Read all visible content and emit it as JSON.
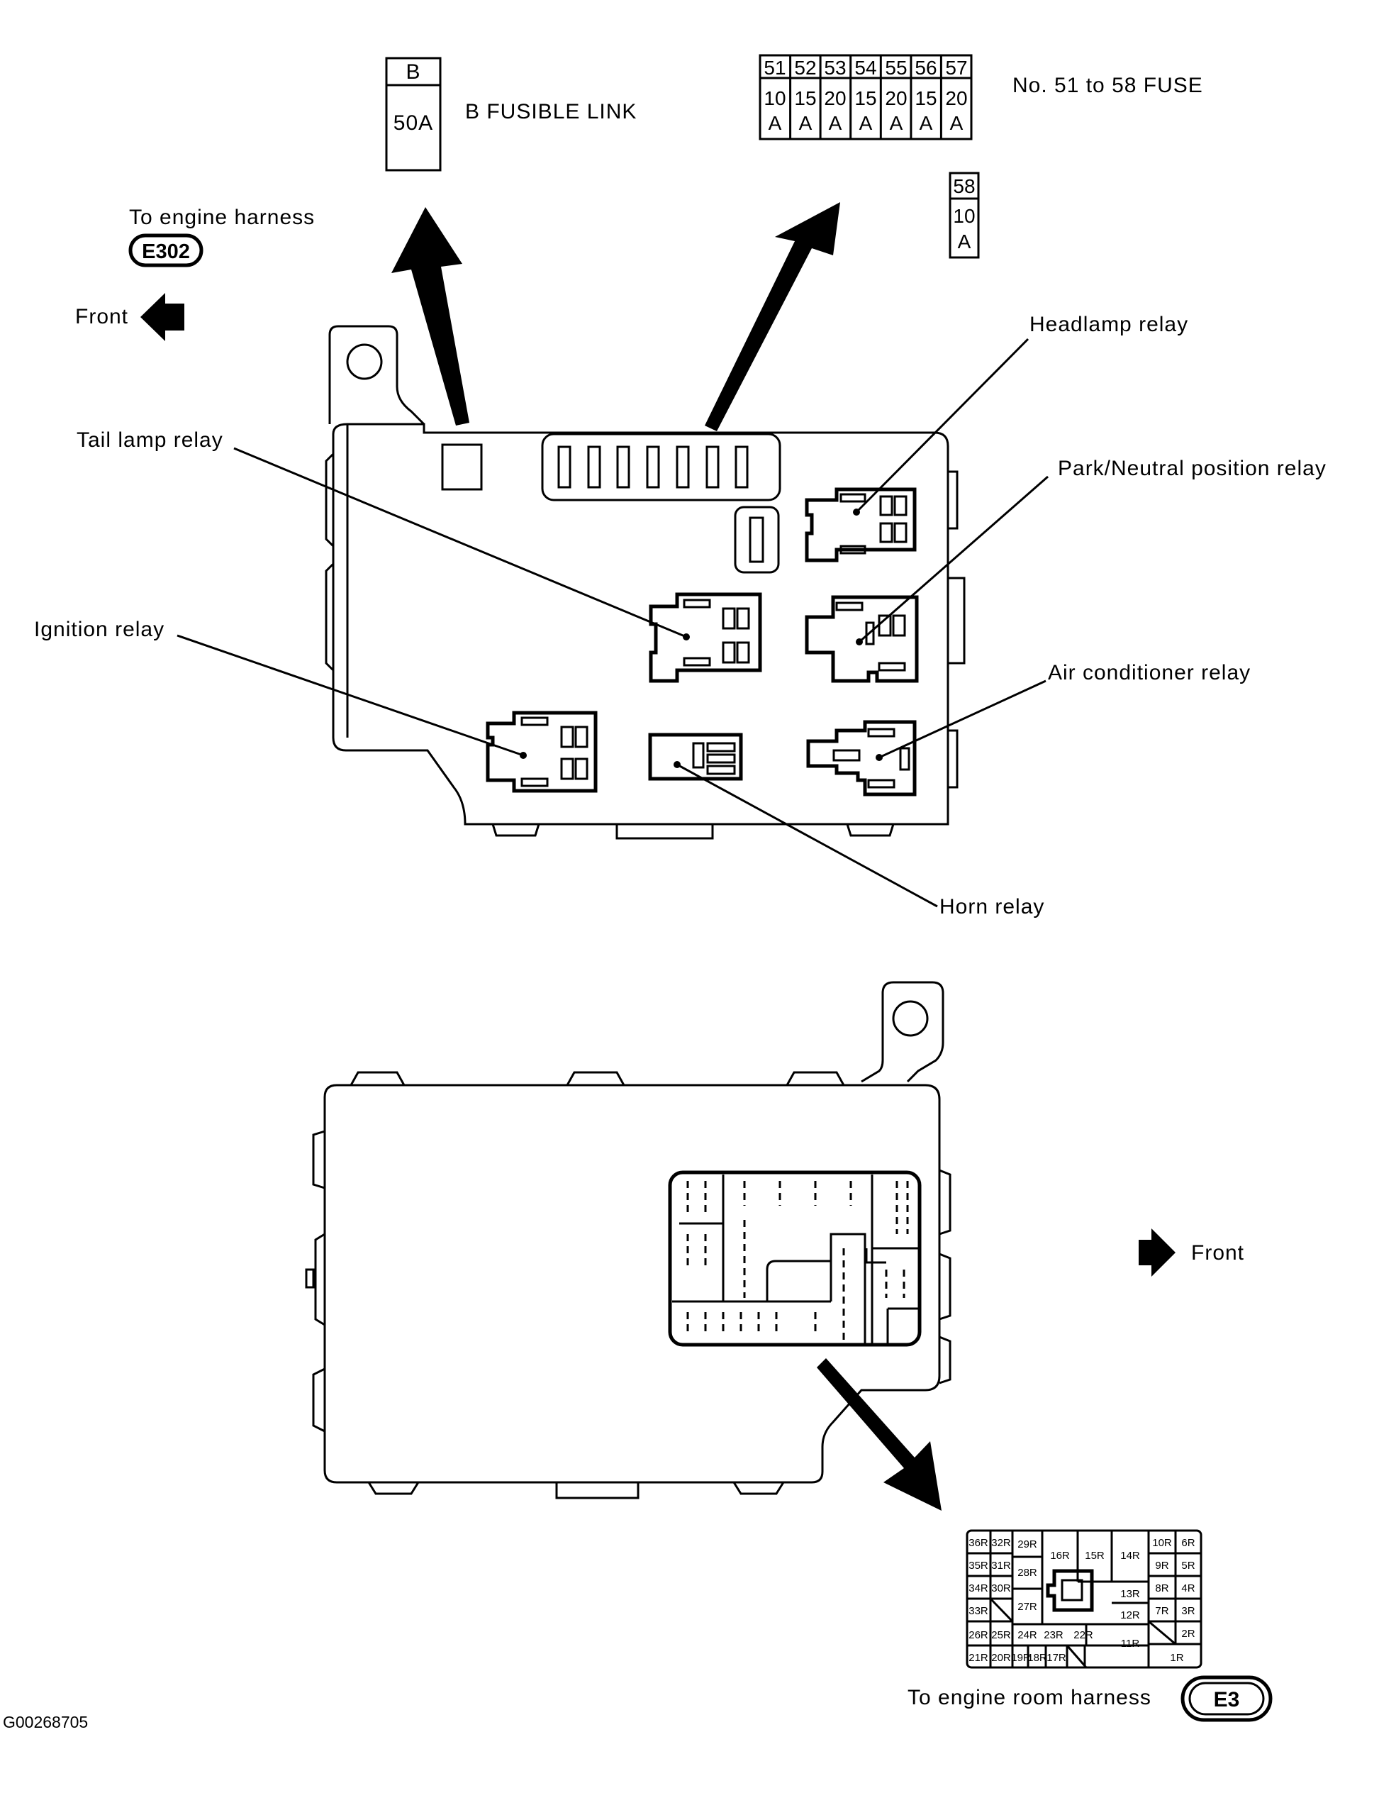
{
  "fusible_link": {
    "header": "B",
    "value": "50A",
    "label": "B FUSIBLE LINK"
  },
  "fuses": {
    "label": "No. 51 to 58 FUSE",
    "numbers": [
      "51",
      "52",
      "53",
      "54",
      "55",
      "56",
      "57"
    ],
    "amps": [
      "10",
      "15",
      "20",
      "15",
      "20",
      "15",
      "20"
    ],
    "unit": "A",
    "fuse58": {
      "number": "58",
      "amp": "10",
      "unit": "A"
    }
  },
  "top_view": {
    "engine_harness_label": "To engine harness",
    "engine_harness_connector": "E302",
    "front_label": "Front",
    "relays": {
      "headlamp": "Headlamp relay",
      "tail_lamp": "Tail lamp relay",
      "park_neutral": "Park/Neutral position relay",
      "ignition": "Ignition relay",
      "air_conditioner": "Air conditioner relay",
      "horn": "Horn relay"
    }
  },
  "bottom_view": {
    "front_label": "Front",
    "engine_room_harness_label": "To engine room harness",
    "engine_room_connector": "E3",
    "terminals": [
      "36R",
      "32R",
      "29R",
      "16R",
      "15R",
      "14R",
      "10R",
      "6R",
      "35R",
      "31R",
      "9R",
      "5R",
      "34R",
      "30R",
      "28R",
      "13R",
      "8R",
      "4R",
      "33R",
      "27R",
      "12R",
      "7R",
      "3R",
      "26R",
      "25R",
      "24R",
      "23R",
      "22R",
      "2R",
      "21R",
      "20R",
      "19R",
      "18R",
      "17R",
      "11R",
      "1R"
    ]
  },
  "figure_id": "G00268705"
}
